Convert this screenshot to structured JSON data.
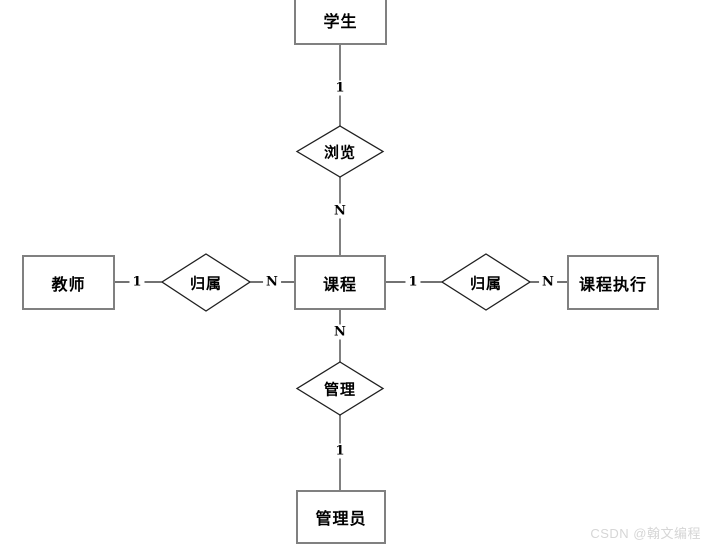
{
  "diagram": {
    "entities": {
      "student": {
        "label": "学生"
      },
      "teacher": {
        "label": "教师"
      },
      "course": {
        "label": "课程"
      },
      "course_execution": {
        "label": "课程执行"
      },
      "admin": {
        "label": "管理员"
      }
    },
    "relationships": {
      "browse": {
        "label": "浏览"
      },
      "belong_left": {
        "label": "归属"
      },
      "belong_right": {
        "label": "归属"
      },
      "manage": {
        "label": "管理"
      }
    },
    "cardinalities": {
      "student_browse": "1",
      "browse_course": "N",
      "teacher_belong": "1",
      "belong_course": "N",
      "course_belong": "1",
      "belong_execution": "N",
      "course_manage": "N",
      "manage_admin": "1"
    },
    "watermark": "CSDN @翰文编程",
    "colors": {
      "background": "#ffffff",
      "entity_border": "#808080",
      "diamond_stroke": "#1f1f1f",
      "connector_vertical": "#808080",
      "connector_horizontal": "#1f1f1f",
      "text": "#000000",
      "watermark_text": "#d6d6d6"
    }
  }
}
